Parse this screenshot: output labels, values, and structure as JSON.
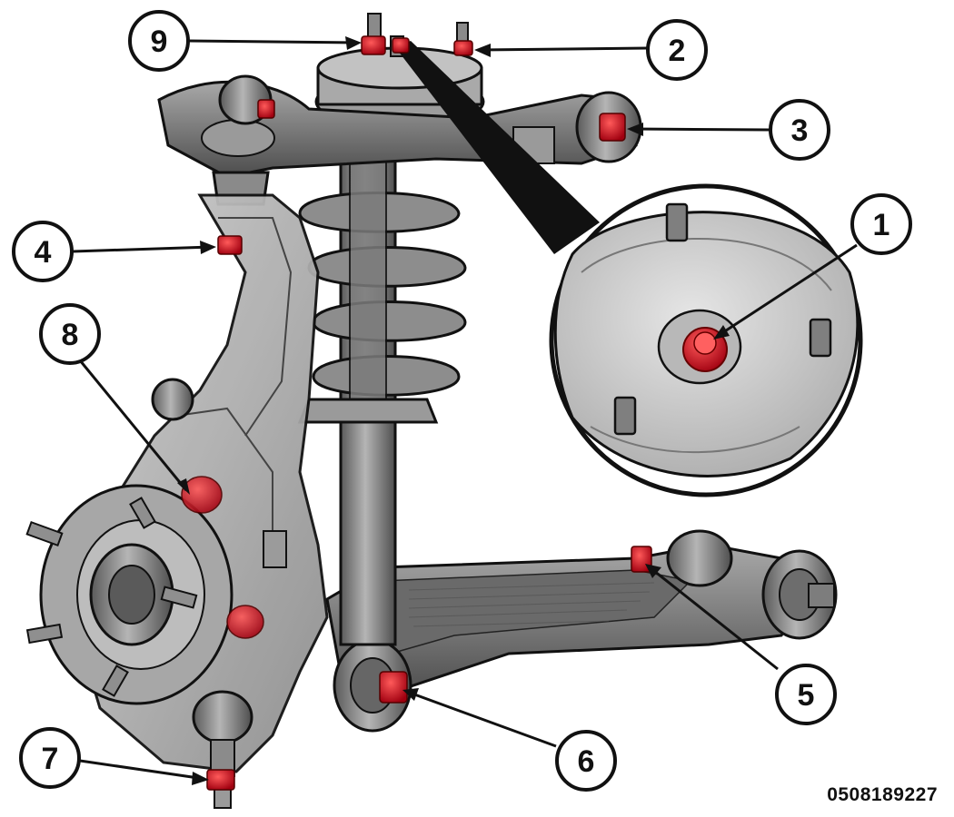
{
  "figure_id": "0508189227",
  "callouts": {
    "c1": "1",
    "c2": "2",
    "c3": "3",
    "c4": "4",
    "c5": "5",
    "c6": "6",
    "c7": "7",
    "c8": "8",
    "c9": "9"
  },
  "colors": {
    "fastener": "#d8101c",
    "metal_dark": "#4a4a4a",
    "metal_mid": "#8a8a8a",
    "metal_light": "#c8c8c8",
    "outline": "#111111"
  }
}
